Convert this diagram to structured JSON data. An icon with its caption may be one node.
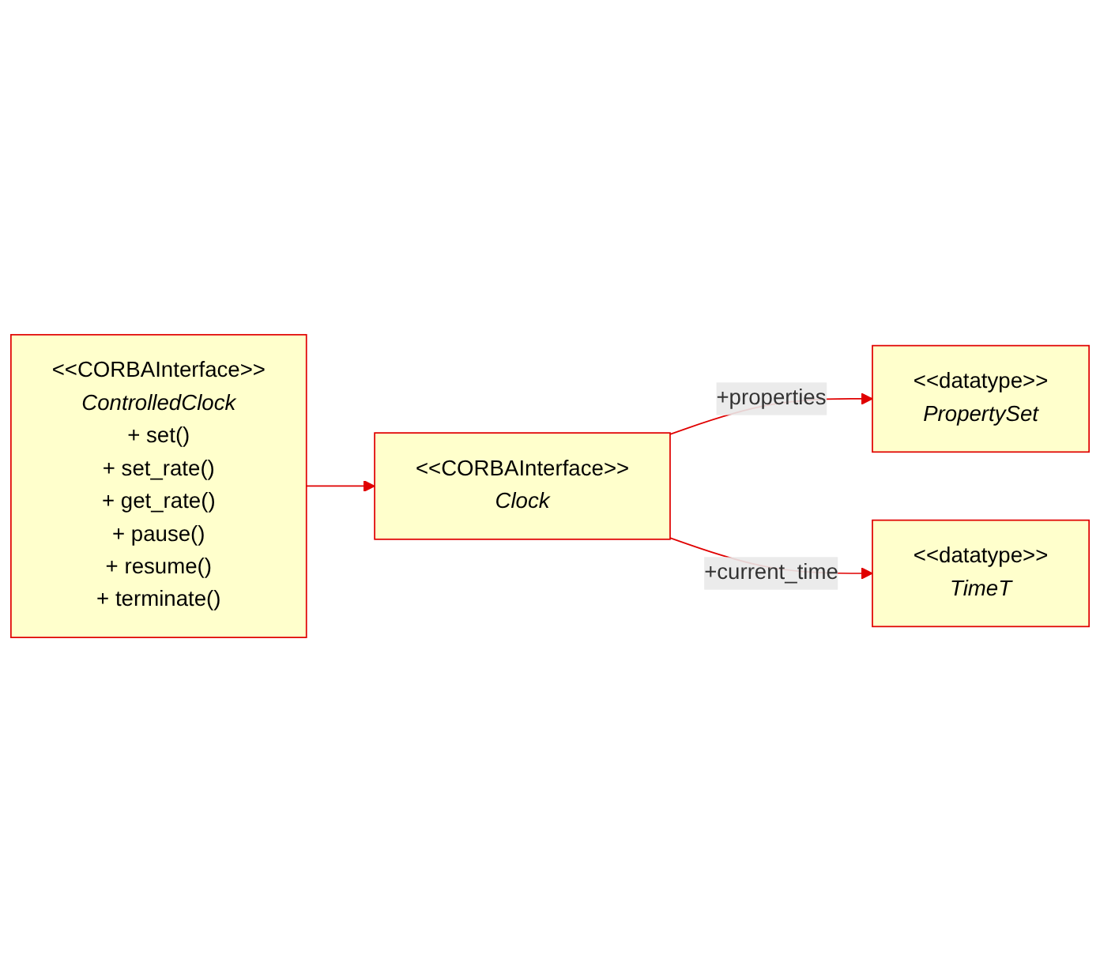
{
  "diagram": {
    "nodes": [
      {
        "text": [
          "<<datatype>>",
          "PropertySet"
        ]
      },
      {
        "text": [
          "<<CORBAInterface>>",
          "Clock"
        ]
      },
      {
        "text": [
          "<<datatype>>",
          "TimeT"
        ]
      },
      {
        "text": [
          "<<CORBAInterface>>",
          "ControlledClock",
          "+ set()",
          "+ set_rate()",
          "+ get_rate()",
          "+ pause()",
          "+ resume()",
          "+ terminate()"
        ]
      }
    ],
    "edges": [
      {
        "from": 1,
        "to": 0,
        "arrow": "to",
        "label": "+properties"
      },
      {
        "from": 1,
        "to": 2,
        "arrow": "to",
        "label": "+current_time"
      },
      {
        "from": 3,
        "to": 1,
        "arrow": "to"
      }
    ]
  }
}
